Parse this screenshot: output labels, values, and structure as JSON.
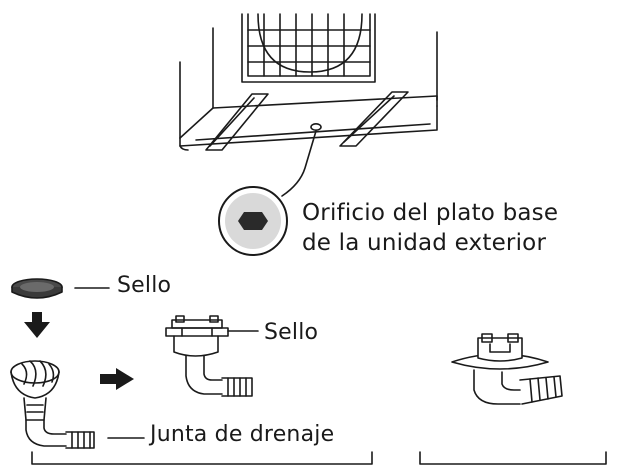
{
  "labels": {
    "orificio_line1": "Orificio del plato base",
    "orificio_line2": "de la unidad exterior",
    "sello_top": "Sello",
    "sello_assembled": "Sello",
    "junta": "Junta de drenaje"
  },
  "colors": {
    "ink": "#1a1a1a",
    "seal_fill": "#4a4a4a",
    "hole_fill": "#2a2a2a",
    "background": "#ffffff"
  },
  "icons": [
    "down-arrow-icon",
    "right-arrow-icon"
  ]
}
